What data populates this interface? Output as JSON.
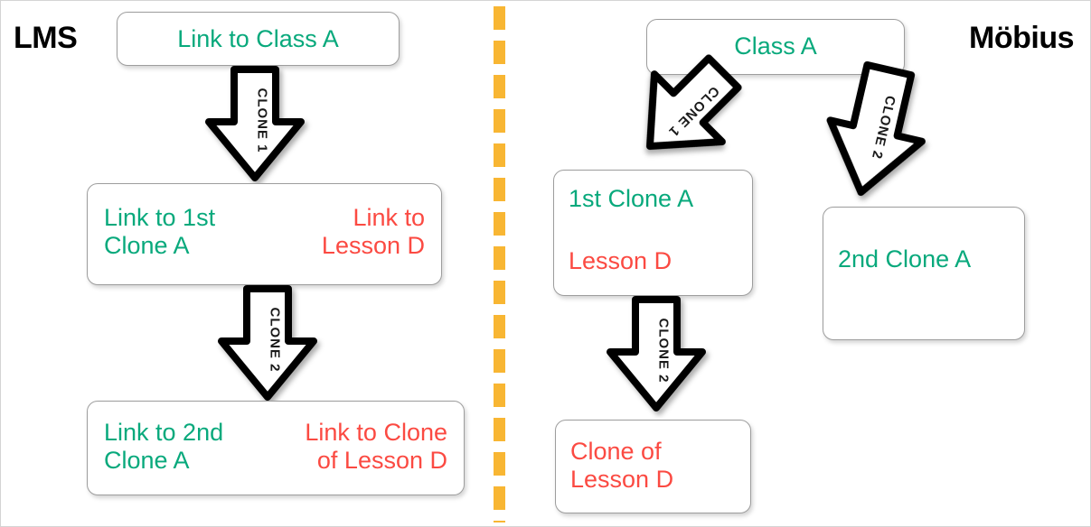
{
  "platforms": {
    "left": "LMS",
    "right": "Möbius"
  },
  "colors": {
    "link_green": "#08a97c",
    "content_red": "#fb4a42",
    "divider_yellow": "#f8b633",
    "arrow_stroke": "#000000",
    "box_border": "#9d9d9d"
  },
  "lms": {
    "boxes": [
      {
        "id": "link-to-class-a",
        "text": "Link to Class A"
      },
      {
        "id": "link-to-1st-clone-a",
        "text": "Link to 1st\nClone A"
      },
      {
        "id": "link-to-lesson-d",
        "text": "Link to\nLesson D"
      },
      {
        "id": "link-to-2nd-clone-a",
        "text": "Link to 2nd\nClone A"
      },
      {
        "id": "link-to-clone-of-lesson-d",
        "text": "Link to Clone\nof Lesson D"
      }
    ],
    "arrows": [
      {
        "id": "lms-clone-1",
        "label": "CLONE 1"
      },
      {
        "id": "lms-clone-2",
        "label": "CLONE 2"
      }
    ]
  },
  "mobius": {
    "boxes": [
      {
        "id": "class-a",
        "text": "Class A"
      },
      {
        "id": "1st-clone-a",
        "text": "1st Clone A"
      },
      {
        "id": "lesson-d",
        "text": "Lesson D"
      },
      {
        "id": "2nd-clone-a",
        "text": "2nd Clone A"
      },
      {
        "id": "clone-of-lesson-d",
        "text": "Clone of\nLesson D"
      }
    ],
    "arrows": [
      {
        "id": "mobius-clone-1",
        "label": "CLONE 1"
      },
      {
        "id": "mobius-clone-2",
        "label": "CLONE 2"
      },
      {
        "id": "mobius-clone-2b",
        "label": "CLONE 2"
      }
    ]
  }
}
